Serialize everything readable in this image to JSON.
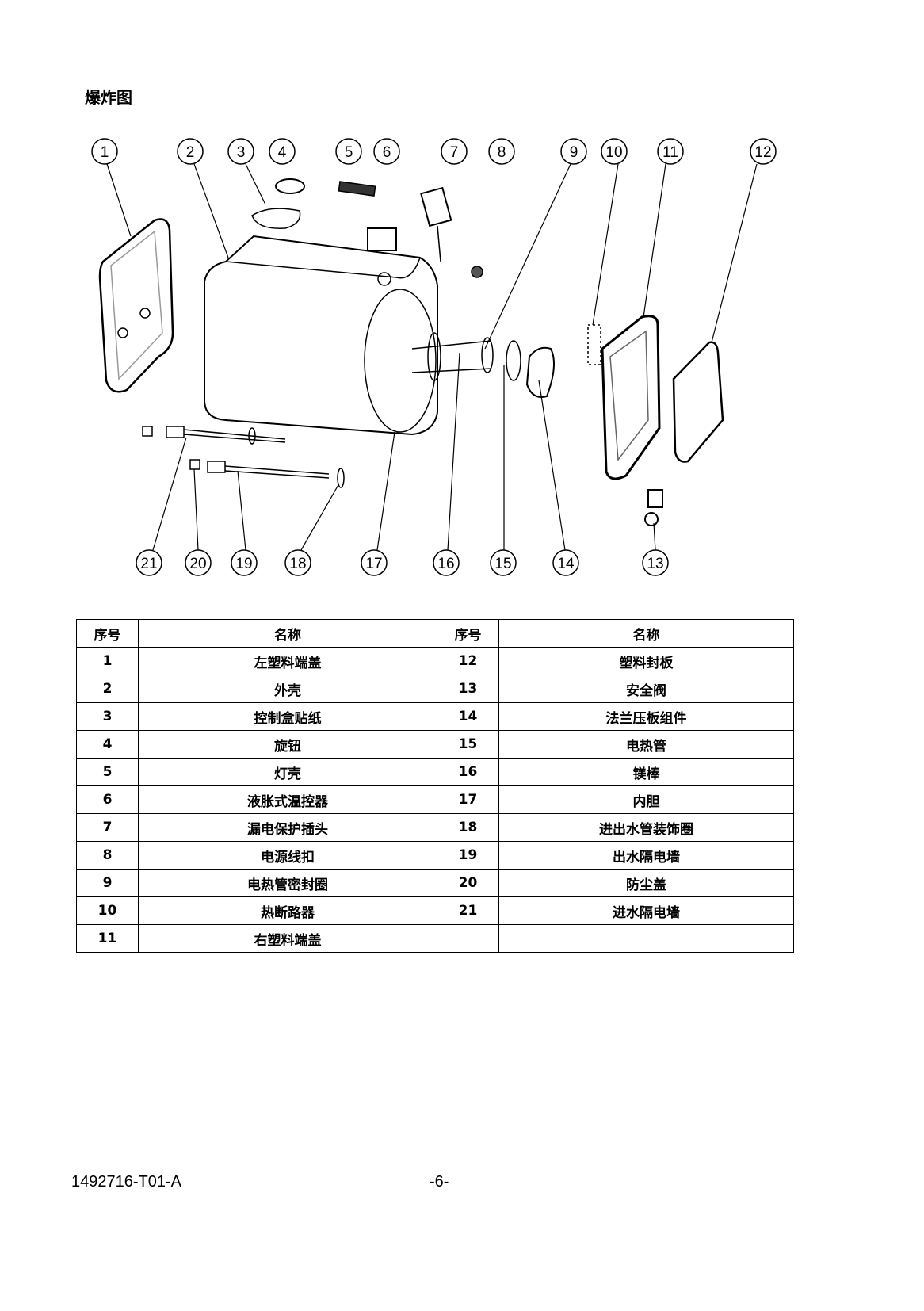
{
  "title": "爆炸图",
  "diagram": {
    "callouts": [
      "1",
      "2",
      "3",
      "4",
      "5",
      "6",
      "7",
      "8",
      "9",
      "10",
      "11",
      "12",
      "21",
      "20",
      "19",
      "18",
      "17",
      "16",
      "15",
      "14",
      "13"
    ]
  },
  "table": {
    "headers": [
      "序号",
      "名称",
      "序号",
      "名称"
    ],
    "rows": [
      [
        "1",
        "左塑料端盖",
        "12",
        "塑料封板"
      ],
      [
        "2",
        "外壳",
        "13",
        "安全阀"
      ],
      [
        "3",
        "控制盒贴纸",
        "14",
        "法兰压板组件"
      ],
      [
        "4",
        "旋钮",
        "15",
        "电热管"
      ],
      [
        "5",
        "灯壳",
        "16",
        "镁棒"
      ],
      [
        "6",
        "液胀式温控器",
        "17",
        "内胆"
      ],
      [
        "7",
        "漏电保护插头",
        "18",
        "进出水管装饰圈"
      ],
      [
        "8",
        "电源线扣",
        "19",
        "出水隔电墙"
      ],
      [
        "9",
        "电热管密封圈",
        "20",
        "防尘盖"
      ],
      [
        "10",
        "热断路器",
        "21",
        "进水隔电墙"
      ],
      [
        "11",
        "右塑料端盖",
        "",
        ""
      ]
    ]
  },
  "footer": {
    "doc_id": "1492716-T01-A",
    "page": "-6-"
  }
}
